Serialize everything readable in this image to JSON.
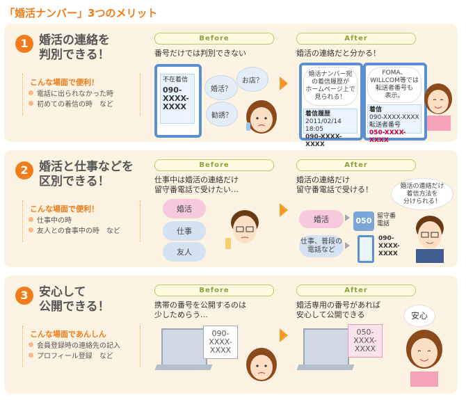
{
  "title": "「婚活ナンバー」3つのメリット",
  "colors": {
    "accent": "#f27c1b",
    "panel": "#fdf3e2",
    "pill_text": "#8aa23a",
    "arrow": "#f39a2a"
  },
  "before_label": "Before",
  "after_label": "After",
  "sections": [
    {
      "num": "1",
      "heading": "婚活の連絡を\n判別できる！",
      "usecase_title": "こんな場面で便利！",
      "usecase_items": [
        "電話に出られなかった時",
        "初めての着信の時　など"
      ],
      "before_caption": "番号だけでは判別できない",
      "before_phone": {
        "label": "不在着信",
        "number": "090-\nXXXX-\nXXXX"
      },
      "before_bubbles": [
        "婚活？",
        "お店？",
        "勧誘？"
      ],
      "after_caption": "婚活の連絡だと分かる！",
      "after_note1": "婚活ナンバー宛\nの着信履歴が\nホームページ上で\n見られる！",
      "after_note2": "FOMA、\nWILLCOM等では\n転送者番号も\n表示。",
      "after_screen1": {
        "title": "着信履歴",
        "date": "2011/02/14 18:05",
        "number": "090-XXXX-XXXX"
      },
      "after_screen2": {
        "title": "着信",
        "number": "090-XXXX-XXXX",
        "fwd_label": "転送者番号",
        "fwd_number": "050-XXXX-XXXX"
      }
    },
    {
      "num": "2",
      "heading": "婚活と仕事などを\n区別できる！",
      "usecase_title": "こんな場面で便利！",
      "usecase_items": [
        "仕事中の時",
        "友人との食事中の時　など"
      ],
      "before_caption": "仕事中は婚活の連絡だけ\n留守番電話で受けたい…",
      "before_ovals": [
        "婚活",
        "仕事",
        "友人"
      ],
      "after_caption": "婚活の連絡だけ\n留守番電話で受ける！",
      "after_note": "婚活の連絡だけ\n着信方法を\n分けられる！",
      "after_oval1": "婚活",
      "after_oval2": "仕事、普段の\n電話など",
      "after_050": "050",
      "after_rusuban": "留守番\n電話",
      "after_number": "090-\nXXXX-\nXXXX"
    },
    {
      "num": "3",
      "heading": "安心して\n公開できる！",
      "usecase_title": "こんな場面であんしん",
      "usecase_items": [
        "会員登録時の連絡先の記入",
        "プロフィール登録　など"
      ],
      "before_caption": "携帯の番号を公開するのは\n少しためらう…",
      "before_card": "090-\nXXXX-\nXXXX",
      "after_caption": "婚活専用の番号があれば\n安心して公開できる",
      "after_card": "050-\nXXXX-\nXXXX",
      "after_bubble": "安心"
    }
  ]
}
